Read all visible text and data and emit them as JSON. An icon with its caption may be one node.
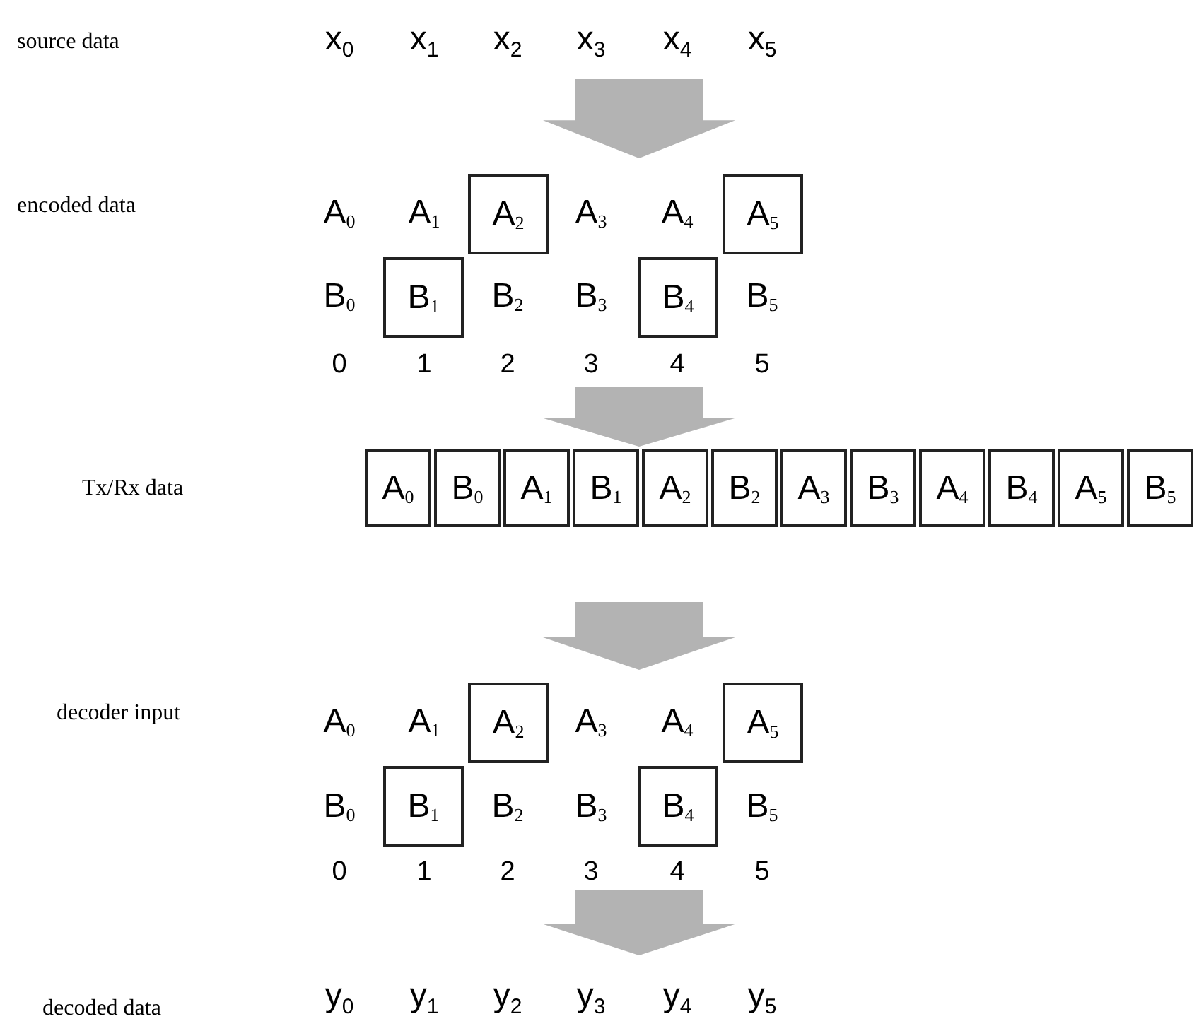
{
  "diagram": {
    "nodes": [
      {
        "text": [
          "source data",
          "x$_{0}$",
          "x$_{1}$",
          "x$_{2}$",
          "x$_{3}$",
          "x$_{4}$",
          "x$_{5}$"
        ]
      },
      {
        "text": [
          "encoded data",
          "A$_{0}$",
          "A$_{1}$",
          "A$_{3}$",
          "A$_{4}$",
          "B$_{0}$",
          "B$_{2}$",
          "B$_{3}$",
          "B$_{5}$",
          "0",
          "1",
          "2",
          "3",
          "4",
          "5"
        ]
      },
      {
        "text": [
          "A$_{2}$"
        ],
        "in": 1
      },
      {
        "text": [
          "A$_{5}$"
        ],
        "in": 1
      },
      {
        "text": [
          "B$_{1}$"
        ],
        "in": 1
      },
      {
        "text": [
          "B$_{4}$"
        ],
        "in": 1
      },
      {
        "text": [
          "Tx/Rx data"
        ]
      },
      {
        "text": [
          "A$_{0}$"
        ],
        "in": 6
      },
      {
        "text": [
          "B$_{0}$"
        ],
        "in": 6
      },
      {
        "text": [
          "A$_{1}$"
        ],
        "in": 6
      },
      {
        "text": [
          "B$_{1}$"
        ],
        "in": 6
      },
      {
        "text": [
          "A$_{2}$"
        ],
        "in": 6
      },
      {
        "text": [
          "B$_{2}$"
        ],
        "in": 6
      },
      {
        "text": [
          "A$_{3}$"
        ],
        "in": 6
      },
      {
        "text": [
          "B$_{3}$"
        ],
        "in": 6
      },
      {
        "text": [
          "A$_{4}$"
        ],
        "in": 6
      },
      {
        "text": [
          "B$_{4}$"
        ],
        "in": 6
      },
      {
        "text": [
          "A$_{5}$"
        ],
        "in": 6
      },
      {
        "text": [
          "B$_{5}$"
        ],
        "in": 6
      },
      {
        "text": [
          "decoder input",
          "A$_{0}$",
          "A$_{1}$",
          "A$_{3}$",
          "A$_{4}$",
          "B$_{0}$",
          "B$_{2}$",
          "B$_{3}$",
          "B$_{5}$",
          "0",
          "1",
          "2",
          "3",
          "4",
          "5"
        ]
      },
      {
        "text": [
          "A$_{2}$"
        ],
        "in": 19
      },
      {
        "text": [
          "A$_{5}$"
        ],
        "in": 19
      },
      {
        "text": [
          "B$_{1}$"
        ],
        "in": 19
      },
      {
        "text": [
          "B$_{4}$"
        ],
        "in": 19
      },
      {
        "text": [
          "decoded data",
          "y$_{0}$",
          "y$_{1}$",
          "y$_{2}$",
          "y$_{3}$",
          "y$_{4}$",
          "y$_{5}$"
        ]
      }
    ],
    "edges": [
      {
        "from": 0,
        "to": 1,
        "arrow": "to"
      },
      {
        "from": 1,
        "to": 6,
        "arrow": "to"
      },
      {
        "from": 6,
        "to": 19,
        "arrow": "to"
      },
      {
        "from": 19,
        "to": 24,
        "arrow": "to"
      }
    ]
  }
}
